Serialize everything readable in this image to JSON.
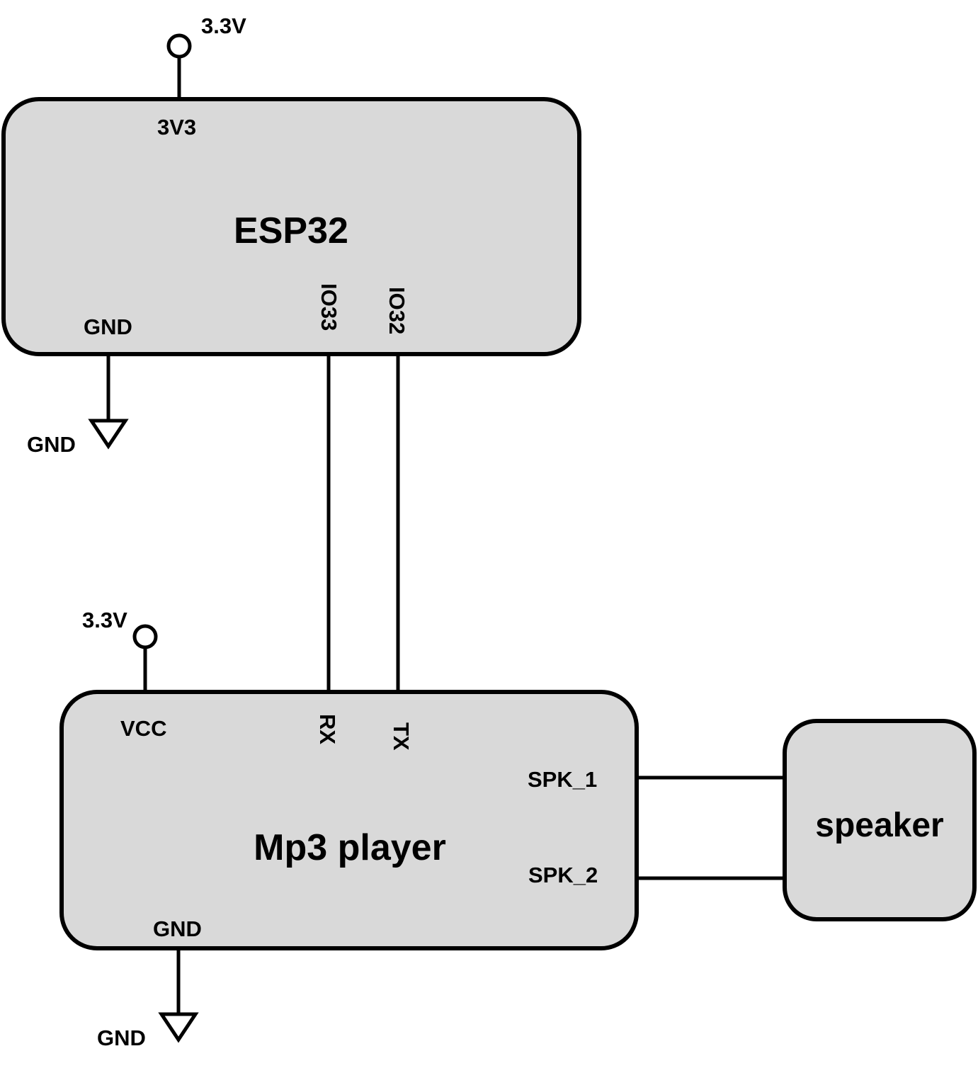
{
  "esp32": {
    "title": "ESP32",
    "pin_3v3": "3V3",
    "pin_gnd": "GND",
    "pin_io33": "IO33",
    "pin_io32": "IO32",
    "supply_label": "3.3V",
    "ground_label": "GND"
  },
  "mp3": {
    "title": "Mp3 player",
    "pin_vcc": "VCC",
    "pin_rx": "RX",
    "pin_tx": "TX",
    "pin_spk1": "SPK_1",
    "pin_spk2": "SPK_2",
    "pin_gnd": "GND",
    "supply_label": "3.3V",
    "ground_label": "GND"
  },
  "speaker": {
    "title": "speaker"
  }
}
